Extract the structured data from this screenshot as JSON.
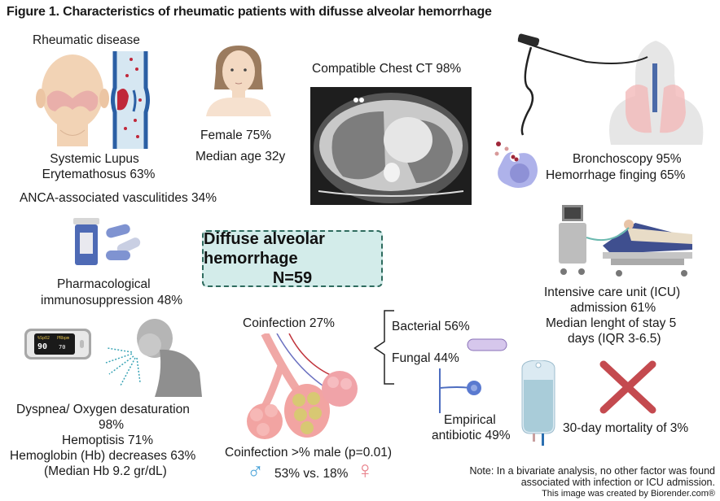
{
  "title": "Figure 1. Characteristics of rheumatic patients with difusse alveolar hemorrhage",
  "central": {
    "title": "Diffuse alveolar hemorrhage",
    "n": "N=59"
  },
  "rheumatic": {
    "heading": "Rheumatic disease",
    "sle_line1": "Systemic Lupus",
    "sle_line2": "Erytemathosus 63%",
    "anca": "ANCA-associated vasculitides 34%"
  },
  "demographics": {
    "female": "Female 75%",
    "age": "Median age 32y"
  },
  "ct": {
    "label": "Compatible Chest CT 98%"
  },
  "bronchoscopy": {
    "line1": "Bronchoscopy 95%",
    "line2": "Hemorrhage finging 65%"
  },
  "immunosuppression": {
    "line1": "Pharmacological",
    "line2": "immunosuppression 48%"
  },
  "icu": {
    "line1": "Intensive care unit (ICU)",
    "line2": "admission 61%",
    "line3": "Median lenght of stay 5",
    "line4": "days (IQR 3-6.5)"
  },
  "symptoms": {
    "line1": "Dyspnea/ Oxygen desaturation",
    "line2": "98%",
    "line3": "Hemoptisis 71%",
    "line4": "Hemoglobin (Hb) decreases 63%",
    "line5": "(Median Hb 9.2 gr/dL)"
  },
  "oximeter": {
    "spo2_label": "%SpO2",
    "pr_label": "PRbpm",
    "spo2_value": "90",
    "pr_value": "70"
  },
  "coinfection": {
    "label": "Coinfection 27%",
    "bacterial": "Bacterial 56%",
    "fungal": "Fungal 44%",
    "male_line": "Coinfection >% male (p=0.01)",
    "comparison": "53% vs. 18%",
    "male_symbol": "♂",
    "female_symbol": "♀"
  },
  "antibiotic": {
    "line1": "Empirical",
    "line2": "antibiotic 49%"
  },
  "mortality": {
    "label": "30-day mortality of 3%"
  },
  "note": {
    "line1": "Note: In a bivariate analysis, no other factor was found",
    "line2": "associated with infection or ICU admission.",
    "credit": "This image was created by Biorender.com®"
  },
  "colors": {
    "central_bg": "#d3ecea",
    "central_border": "#2e6b5e",
    "male": "#4aa3d8",
    "female": "#e8808a",
    "cross": "#c44a4f"
  }
}
